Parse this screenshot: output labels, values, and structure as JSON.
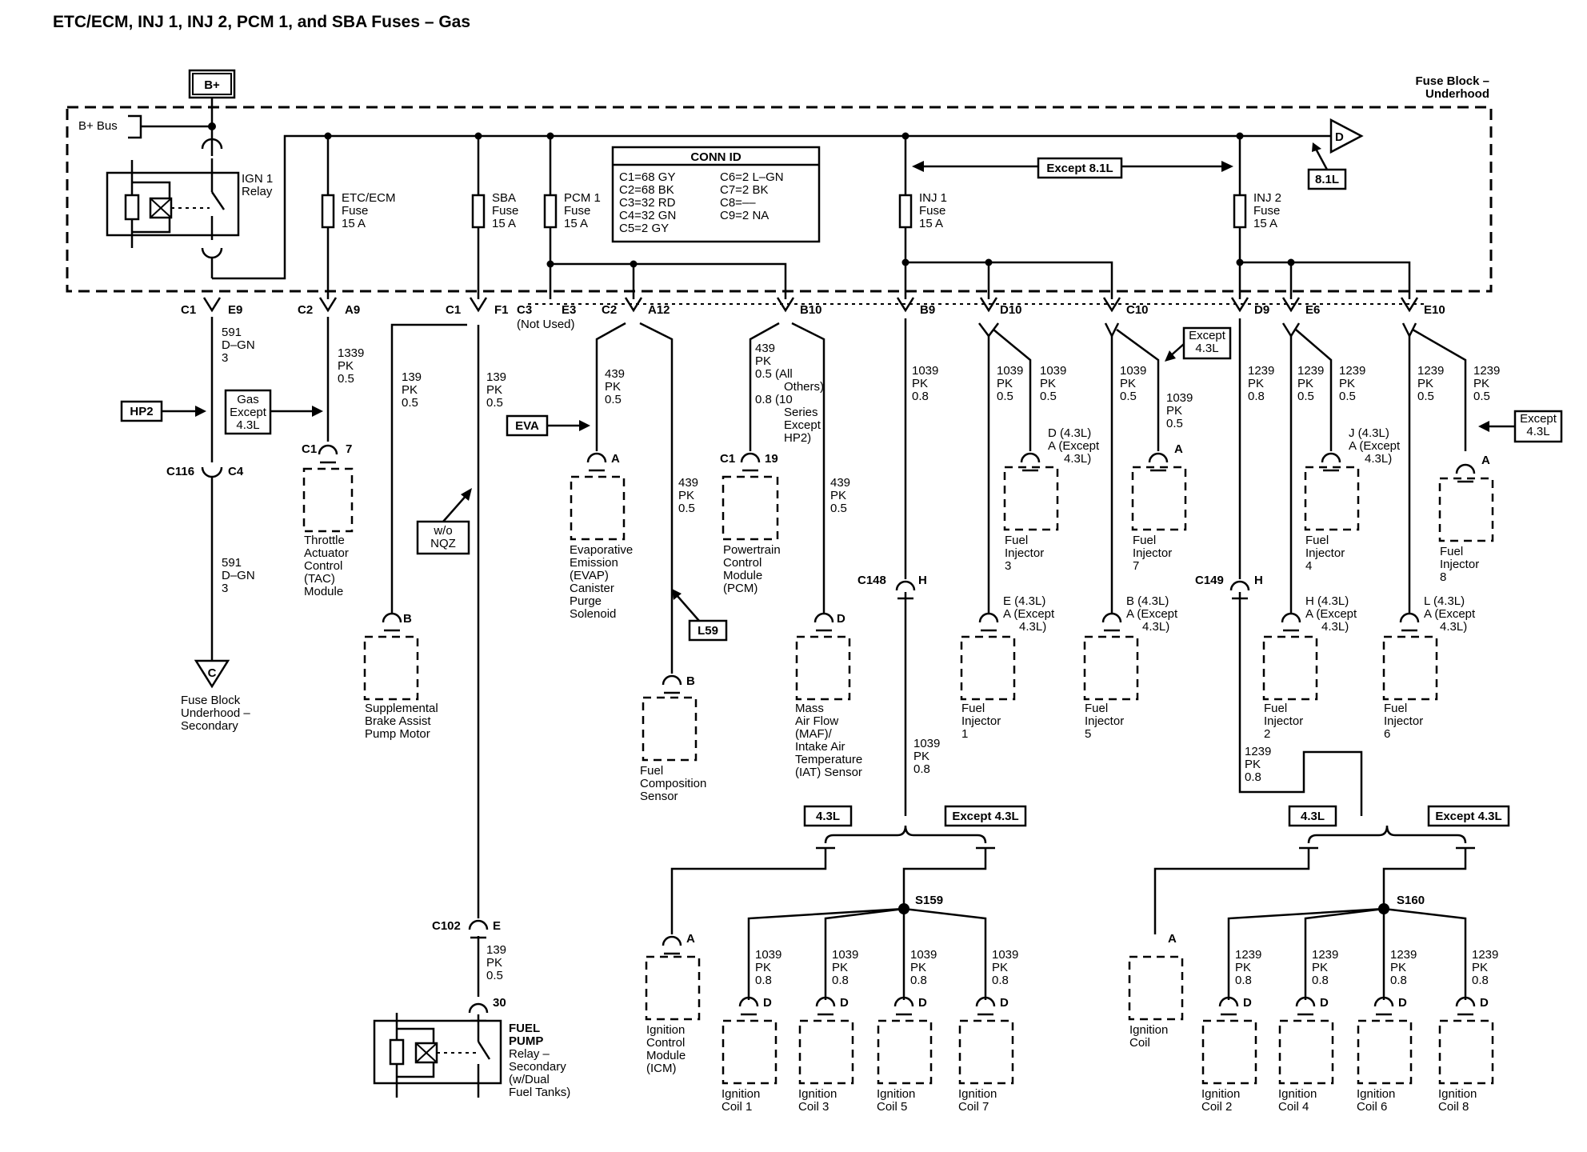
{
  "title": "ETC/ECM, INJ 1, INJ 2, PCM 1, and SBA Fuses – Gas",
  "fuse_block": {
    "title_line1": "Fuse Block –",
    "title_line2": "Underhood",
    "bplus_label": "B+",
    "bus_label": "B+ Bus",
    "relay_label": [
      "IGN 1",
      "Relay"
    ],
    "fuses": [
      {
        "name": "ETC/ECM",
        "fuse": "Fuse",
        "amps": "15 A"
      },
      {
        "name": "SBA",
        "fuse": "Fuse",
        "amps": "15 A"
      },
      {
        "name": "PCM 1",
        "fuse": "Fuse",
        "amps": "15 A"
      },
      {
        "name": "INJ 1",
        "fuse": "Fuse",
        "amps": "15 A"
      },
      {
        "name": "INJ 2",
        "fuse": "Fuse",
        "amps": "15 A"
      }
    ],
    "conn_id": {
      "title": "CONN ID",
      "left": [
        "C1=68 GY",
        "C2=68 BK",
        "C3=32 RD",
        "C4=32 GN",
        "C5=2 GY"
      ],
      "right": [
        "C6=2 L–GN",
        "C7=2 BK",
        "C8=––",
        "C9=2 NA"
      ]
    },
    "except_81": "Except 8.1L",
    "label_81": "8.1L",
    "offpage_d": "D"
  },
  "connectors": {
    "c1e9": [
      "C1",
      "E9"
    ],
    "c2a9": [
      "C2",
      "A9"
    ],
    "c1f1": [
      "C1",
      "F1"
    ],
    "c3e3": [
      "C3",
      "E3"
    ],
    "not_used": "(Not Used)",
    "c2a12": [
      "C2",
      "A12"
    ],
    "b10": "B10",
    "b9": "B9",
    "d10": "D10",
    "c10": "C10",
    "d9": "D9",
    "e6": "E6",
    "e10": "E10",
    "c116": [
      "C116",
      "C4"
    ],
    "c1_7": [
      "C1",
      "7"
    ],
    "c1_19": [
      "C1",
      "19"
    ],
    "c148": [
      "C148",
      "H"
    ],
    "c149": [
      "C149",
      "H"
    ],
    "c102": [
      "C102",
      "E"
    ],
    "pin30": "30",
    "s159": "S159",
    "s160": "S160"
  },
  "wires": {
    "w591a": [
      "591",
      "D–GN",
      "3"
    ],
    "w591b": [
      "591",
      "D–GN",
      "3"
    ],
    "w1339": [
      "1339",
      "PK",
      "0.5"
    ],
    "w139a": [
      "139",
      "PK",
      "0.5"
    ],
    "w139b": [
      "139",
      "PK",
      "0.5"
    ],
    "w139c": [
      "139",
      "PK",
      "0.5"
    ],
    "w439a": [
      "439",
      "PK",
      "0.5"
    ],
    "w439b": [
      "439",
      "PK",
      "0.5"
    ],
    "w439c": [
      "439",
      "PK",
      "0.5 (All",
      "Others)",
      "0.8 (10",
      "Series",
      "Except",
      "HP2)"
    ],
    "w439d": [
      "439",
      "PK",
      "0.5"
    ],
    "w1039": [
      "1039",
      "PK",
      "0.8"
    ],
    "w1039b": [
      "1039",
      "PK",
      "0.8"
    ],
    "w1039_05": [
      "1039",
      "PK",
      "0.5"
    ],
    "w1239": [
      "1239",
      "PK",
      "0.8"
    ],
    "w1239b": [
      "1239",
      "PK",
      "0.8"
    ],
    "w1239_05": [
      "1239",
      "PK",
      "0.5"
    ],
    "ign_1039": [
      "1039",
      "PK",
      "0.8"
    ],
    "ign_1239": [
      "1239",
      "PK",
      "0.8"
    ]
  },
  "options": {
    "hp2": "HP2",
    "gas_except": [
      "Gas",
      "Except",
      "4.3L"
    ],
    "wo_nqz": [
      "w/o",
      "NQZ"
    ],
    "eva": "EVA",
    "l59": "L59",
    "except43": [
      "Except",
      "4.3L"
    ],
    "opt43": "4.3L",
    "opt_except43": "Except 4.3L"
  },
  "pins": {
    "a": "A",
    "b": "B",
    "d": "D",
    "d43": "D (4.3L)",
    "a_except": "A (Except",
    "except_close": "4.3L)",
    "e43": "E (4.3L)",
    "b43": "B (4.3L)",
    "j43": "J (4.3L)",
    "h43": "H (4.3L)",
    "l43": "L (4.3L)"
  },
  "components": {
    "tac": [
      "Throttle",
      "Actuator",
      "Control",
      "(TAC)",
      "Module"
    ],
    "fuse_c": [
      "Fuse Block",
      "Underhood –",
      "Secondary"
    ],
    "fuse_c_letter": "C",
    "sba": [
      "Supplemental",
      "Brake Assist",
      "Pump Motor"
    ],
    "evap": [
      "Evaporative",
      "Emission",
      "(EVAP)",
      "Canister",
      "Purge",
      "Solenoid"
    ],
    "fcs": [
      "Fuel",
      "Composition",
      "Sensor"
    ],
    "pcm": [
      "Powertrain",
      "Control",
      "Module",
      "(PCM)"
    ],
    "maf": [
      "Mass",
      "Air Flow",
      "(MAF)/",
      "Intake Air",
      "Temperature",
      "(IAT) Sensor"
    ],
    "fuel_pump": [
      "FUEL",
      "PUMP",
      "Relay –",
      "Secondary",
      "(w/Dual",
      "Fuel Tanks)"
    ],
    "injectors": {
      "inj1": [
        "Fuel",
        "Injector",
        "1"
      ],
      "inj2": [
        "Fuel",
        "Injector",
        "2"
      ],
      "inj3": [
        "Fuel",
        "Injector",
        "3"
      ],
      "inj4": [
        "Fuel",
        "Injector",
        "4"
      ],
      "inj5": [
        "Fuel",
        "Injector",
        "5"
      ],
      "inj6": [
        "Fuel",
        "Injector",
        "6"
      ],
      "inj7": [
        "Fuel",
        "Injector",
        "7"
      ],
      "inj8": [
        "Fuel",
        "Injector",
        "8"
      ]
    },
    "icm": [
      "Ignition",
      "Control",
      "Module",
      "(ICM)"
    ],
    "ign_coil": [
      "Ignition",
      "Coil"
    ],
    "coils": {
      "c1": [
        "Ignition",
        "Coil 1"
      ],
      "c3": [
        "Ignition",
        "Coil 3"
      ],
      "c5": [
        "Ignition",
        "Coil 5"
      ],
      "c7": [
        "Ignition",
        "Coil 7"
      ],
      "c2": [
        "Ignition",
        "Coil 2"
      ],
      "c4": [
        "Ignition",
        "Coil 4"
      ],
      "c6": [
        "Ignition",
        "Coil 6"
      ],
      "c8": [
        "Ignition",
        "Coil 8"
      ]
    }
  }
}
